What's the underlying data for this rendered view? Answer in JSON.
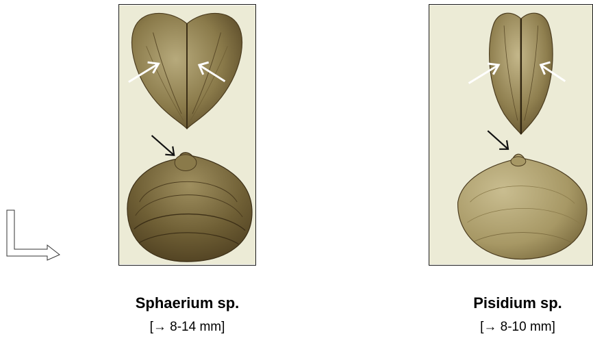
{
  "specimens": [
    {
      "name": "Sphaerium sp.",
      "size": "[→ 8-14 mm]"
    },
    {
      "name": "Pisidium sp.",
      "size": "[→ 8-10 mm]"
    }
  ],
  "colors": {
    "plate_background": "#ecebd6",
    "shell_dark": "#5a4a28",
    "shell_mid": "#8a7a4a",
    "shell_light": "#b7aa7c",
    "frame": "#1a1a1a"
  },
  "icons": [
    "down-right-flow-arrow-icon",
    "pointer-arrow-icon"
  ]
}
